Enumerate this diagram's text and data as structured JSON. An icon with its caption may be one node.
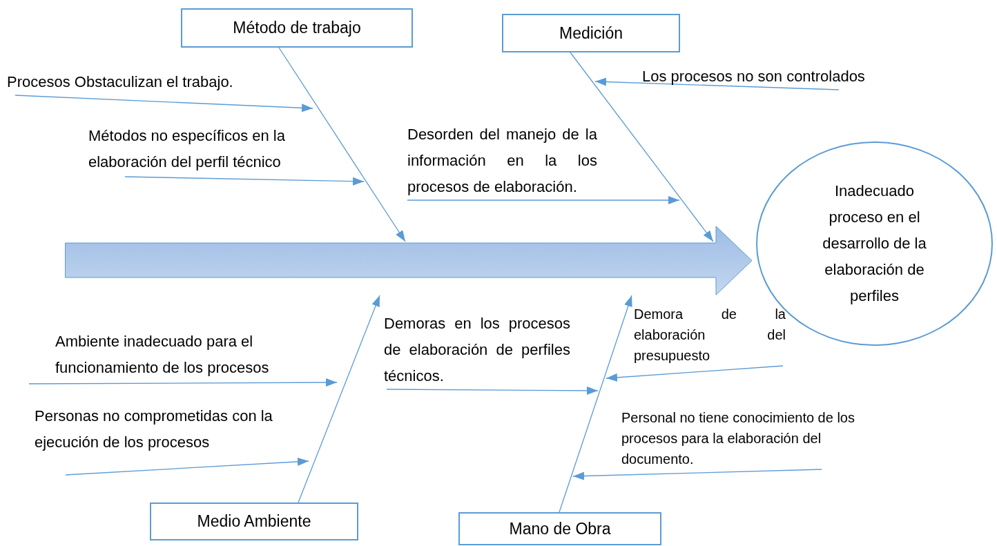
{
  "diagram": {
    "nodes": [
      {
        "text": [
          "Método de trabajo"
        ]
      },
      {
        "text": [
          "Medición"
        ]
      },
      {
        "text": [
          "Medio Ambiente"
        ]
      },
      {
        "text": [
          "Mano de Obra"
        ]
      },
      {
        "text": [
          "Inadecuado proceso en el desarrollo de la elaboración de perfiles"
        ]
      },
      {
        "text": [],
        "shape": "arrow"
      },
      {
        "text": [
          "Procesos Obstaculizan el trabajo."
        ]
      },
      {
        "text": [
          "Métodos no específicos en la elaboración del perfil técnico"
        ]
      },
      {
        "text": [
          "Desorden del manejo de la información en la los procesos de elaboración."
        ]
      },
      {
        "text": [
          "Los procesos no son controlados"
        ]
      },
      {
        "text": [
          "Ambiente inadecuado para el funcionamiento de los procesos"
        ]
      },
      {
        "text": [
          "Personas no comprometidas con la ejecución de los procesos"
        ]
      },
      {
        "text": [
          "Demoras en los procesos de elaboración de perfiles técnicos."
        ]
      },
      {
        "text": [
          "Demora de la elaboración del presupuesto"
        ]
      },
      {
        "text": [
          "Personal no tiene conocimiento de los procesos para la elaboración del documento."
        ]
      }
    ],
    "edges": [
      {
        "from": 0,
        "to": 5,
        "arrow": "to"
      },
      {
        "from": 1,
        "to": 5,
        "arrow": "to"
      },
      {
        "from": 2,
        "to": 5,
        "arrow": "to"
      },
      {
        "from": 3,
        "to": 5,
        "arrow": "to"
      },
      {
        "from": 6,
        "to": null,
        "arrow": "to"
      },
      {
        "from": 7,
        "to": null,
        "arrow": "to"
      },
      {
        "from": 8,
        "to": null,
        "arrow": "to"
      },
      {
        "from": 9,
        "to": null,
        "arrow": "to"
      },
      {
        "from": 10,
        "to": null,
        "arrow": "to"
      },
      {
        "from": 11,
        "to": null,
        "arrow": "to"
      },
      {
        "from": 12,
        "to": null,
        "arrow": "to"
      },
      {
        "from": 13,
        "to": null,
        "arrow": "to"
      },
      {
        "from": 14,
        "to": null,
        "arrow": "to"
      }
    ]
  }
}
